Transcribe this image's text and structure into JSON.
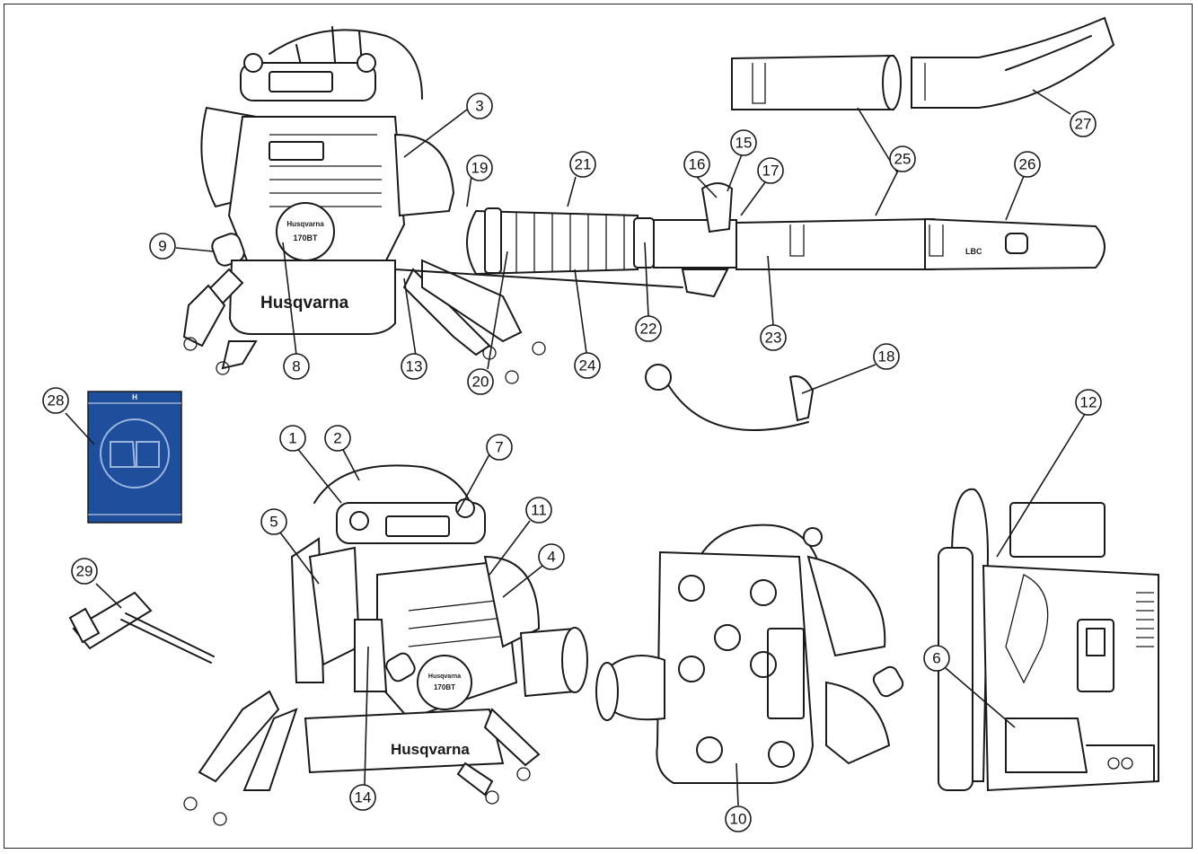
{
  "brand": "Husqvarna",
  "model": "170BT",
  "tube_marking": "LBC",
  "manual_logo": "H",
  "colors": {
    "manual_cover": "#1f4f9c",
    "ink": "#1a1a1a"
  },
  "callouts": [
    "1",
    "2",
    "3",
    "4",
    "5",
    "6",
    "7",
    "8",
    "9",
    "10",
    "11",
    "12",
    "13",
    "14",
    "15",
    "16",
    "17",
    "18",
    "19",
    "20",
    "21",
    "22",
    "23",
    "24",
    "25",
    "26",
    "27",
    "28",
    "29"
  ]
}
